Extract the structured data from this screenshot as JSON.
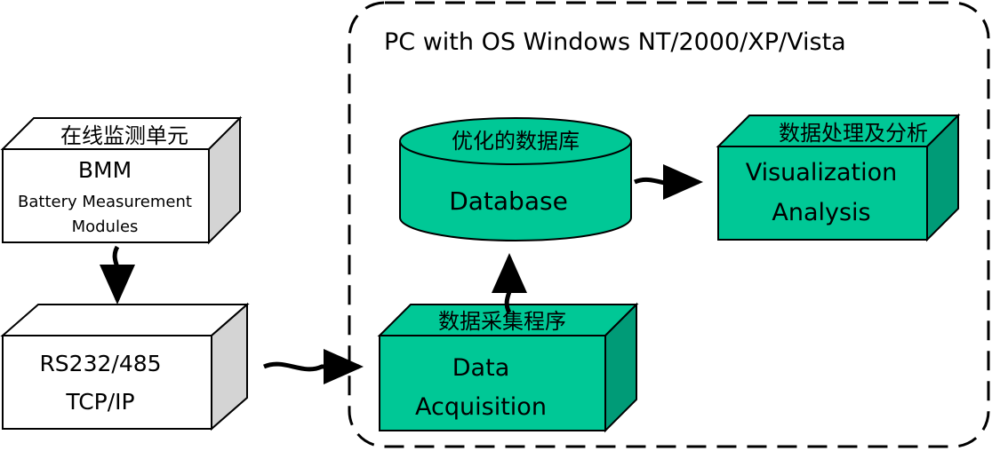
{
  "pc_container": {
    "title": "PC with OS Windows NT/2000/XP/Vista"
  },
  "nodes": {
    "bmm": {
      "caption": "在线监测单元",
      "title": "BMM",
      "line1": "Battery Measurement",
      "line2": "Modules"
    },
    "rs232": {
      "line1": "RS232/485",
      "line2": "TCP/IP"
    },
    "acquisition": {
      "caption": "数据采集程序",
      "line1": "Data",
      "line2": "Acquisition"
    },
    "database": {
      "caption": "优化的数据库",
      "title": "Database"
    },
    "visualization": {
      "caption": "数据处理及分析",
      "line1": "Visualization",
      "line2": "Analysis"
    }
  },
  "colors": {
    "accent_front": "#00c896",
    "accent_side": "#009b77",
    "gray_side": "#d4d4d4",
    "white": "#ffffff",
    "stroke": "#000000"
  }
}
